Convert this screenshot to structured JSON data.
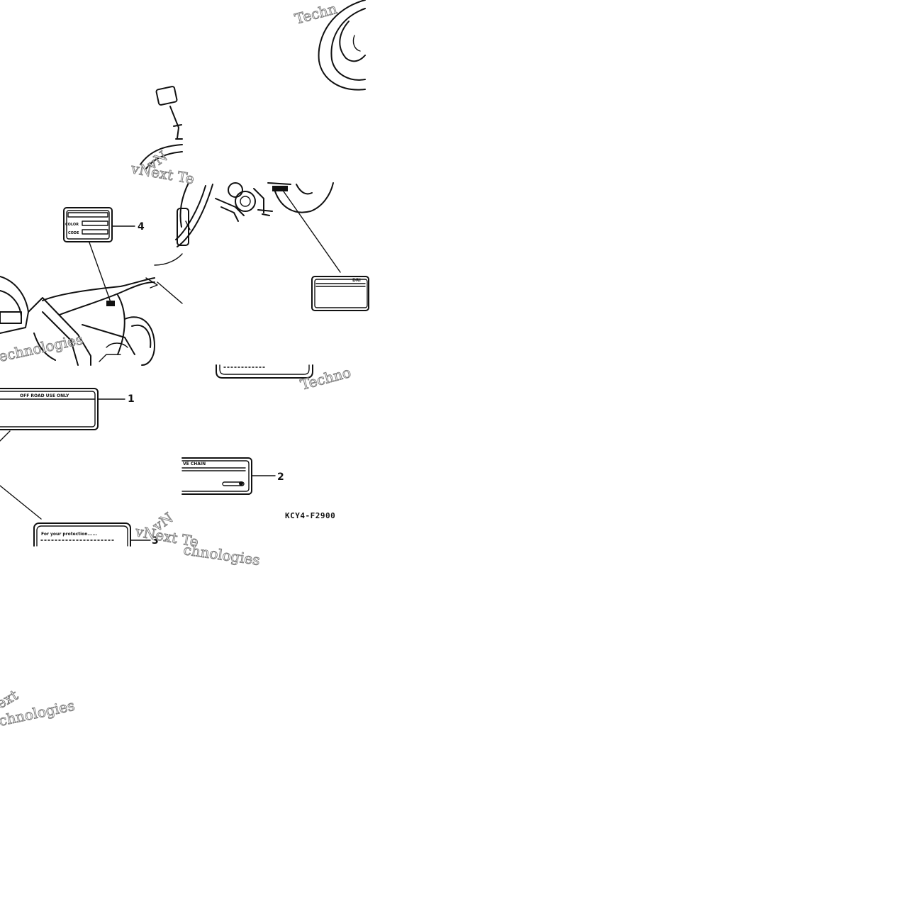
{
  "diagram": {
    "part_code": "KCY4-F2900",
    "callouts": [
      "1",
      "2",
      "3",
      "4"
    ],
    "labels": {
      "off_road": "OFF ROAD USE ONLY",
      "drive_chain_left": "DRI",
      "drive_chain_right": "VE CHAIN",
      "protection": "For your protection......",
      "color": "COLOR",
      "code": "CODE"
    }
  },
  "watermarks": [
    "Techn",
    "vNext Te",
    "vN",
    "echnologies",
    "Techno",
    "vNext Te",
    "vN",
    "chnologies",
    "ext",
    "chnologies"
  ]
}
